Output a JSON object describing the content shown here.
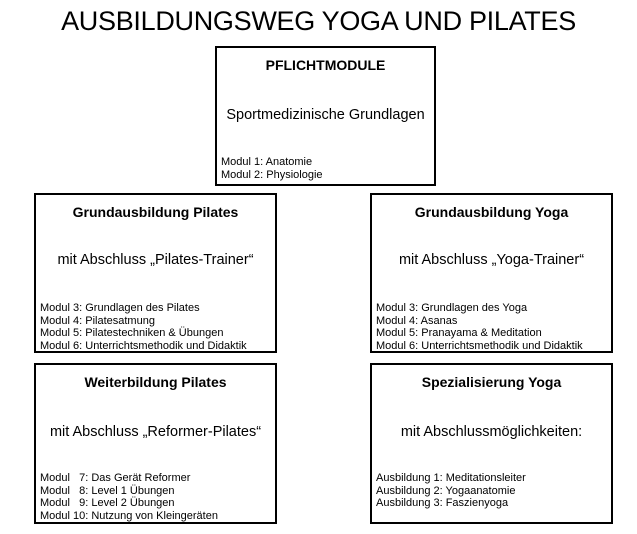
{
  "title": "AUSBILDUNGSWEG YOGA UND PILATES",
  "boxes": {
    "pflicht": {
      "heading": "PFLICHTMODULE",
      "subtitle": "Sportmedizinische Grundlagen",
      "items": [
        "Modul 1: Anatomie",
        "Modul 2: Physiologie"
      ]
    },
    "pilates_grund": {
      "heading": "Grundausbildung Pilates",
      "subtitle": "mit Abschluss „Pilates-Trainer“",
      "items": [
        "Modul 3: Grundlagen des Pilates",
        "Modul 4: Pilatesatmung",
        "Modul 5: Pilatestechniken & Übungen",
        "Modul 6: Unterrichtsmethodik und Didaktik"
      ]
    },
    "yoga_grund": {
      "heading": "Grundausbildung Yoga",
      "subtitle": "mit Abschluss „Yoga-Trainer“",
      "items": [
        "Modul 3: Grundlagen des Yoga",
        "Modul 4: Asanas",
        "Modul 5: Pranayama & Meditation",
        "Modul 6: Unterrichtsmethodik und Didaktik"
      ]
    },
    "pilates_weiter": {
      "heading": "Weiterbildung Pilates",
      "subtitle": "mit Abschluss „Reformer-Pilates“",
      "items": [
        "Modul   7: Das Gerät Reformer",
        "Modul   8: Level 1 Übungen",
        "Modul   9: Level 2 Übungen",
        "Modul 10: Nutzung von Kleingeräten"
      ]
    },
    "yoga_spezial": {
      "heading": "Spezialisierung Yoga",
      "subtitle": "mit Abschlussmöglichkeiten:",
      "items": [
        "Ausbildung 1: Meditationsleiter",
        "Ausbildung 2: Yogaanatomie",
        "Ausbildung 3: Faszienyoga"
      ]
    }
  }
}
